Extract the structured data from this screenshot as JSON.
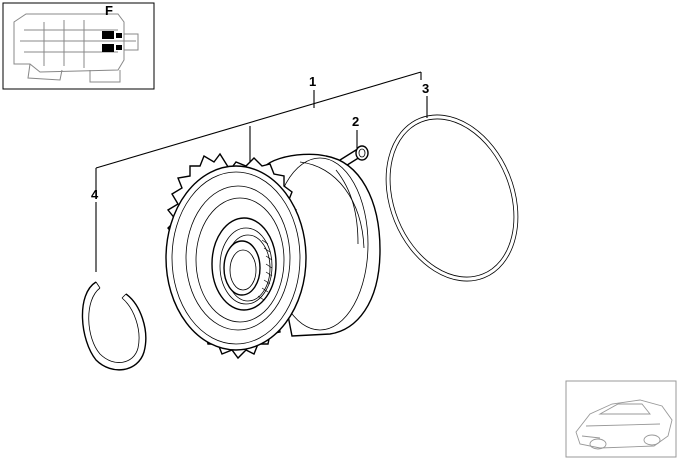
{
  "inset_label": "F",
  "callouts": [
    {
      "id": "1",
      "text": "1"
    },
    {
      "id": "2",
      "text": "2"
    },
    {
      "id": "3",
      "text": "3"
    },
    {
      "id": "4",
      "text": "4"
    }
  ],
  "colors": {
    "line": "#000000",
    "inset_gray": "#999999",
    "background": "#ffffff"
  }
}
